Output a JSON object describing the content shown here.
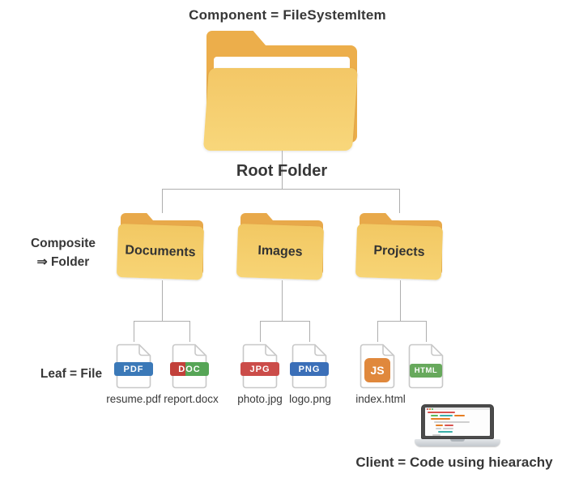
{
  "annotations": {
    "component_label": "Component = FileSystemItem",
    "composite_line1": "Composite",
    "composite_line2": "⇒ Folder",
    "leaf_label": "Leaf = File",
    "client_label": "Client = Code using hiearachy"
  },
  "tree": {
    "root": {
      "label": "Root Folder"
    },
    "folders": [
      {
        "label": "Documents"
      },
      {
        "label": "Images"
      },
      {
        "label": "Projects"
      }
    ],
    "files": [
      {
        "badge": "PDF",
        "label": "resume.pdf"
      },
      {
        "badge": "DOC",
        "label": "report.docx"
      },
      {
        "badge": "JPG",
        "label": "photo.jpg"
      },
      {
        "badge": "PNG",
        "label": "logo.png"
      },
      {
        "badge": "JS",
        "label": "index.html"
      },
      {
        "badge": "HTML",
        "label": ""
      }
    ]
  },
  "icons": {
    "root_folder": "open-folder-icon",
    "subfolder": "folder-icon",
    "file": "file-page-icon",
    "client": "laptop-code-icon"
  },
  "colors": {
    "folder_back": "#e8a94a",
    "folder_front": "#f5ce6f",
    "connector_line": "#aeaeae",
    "text": "#3a3a3a",
    "badge_pdf": "#3b79b8",
    "badge_doc_red": "#c2403a",
    "badge_doc_green": "#56a556",
    "badge_jpg": "#cb4c49",
    "badge_png": "#3b6fb8",
    "badge_js": "#e0883c",
    "badge_html": "#67a95c"
  }
}
